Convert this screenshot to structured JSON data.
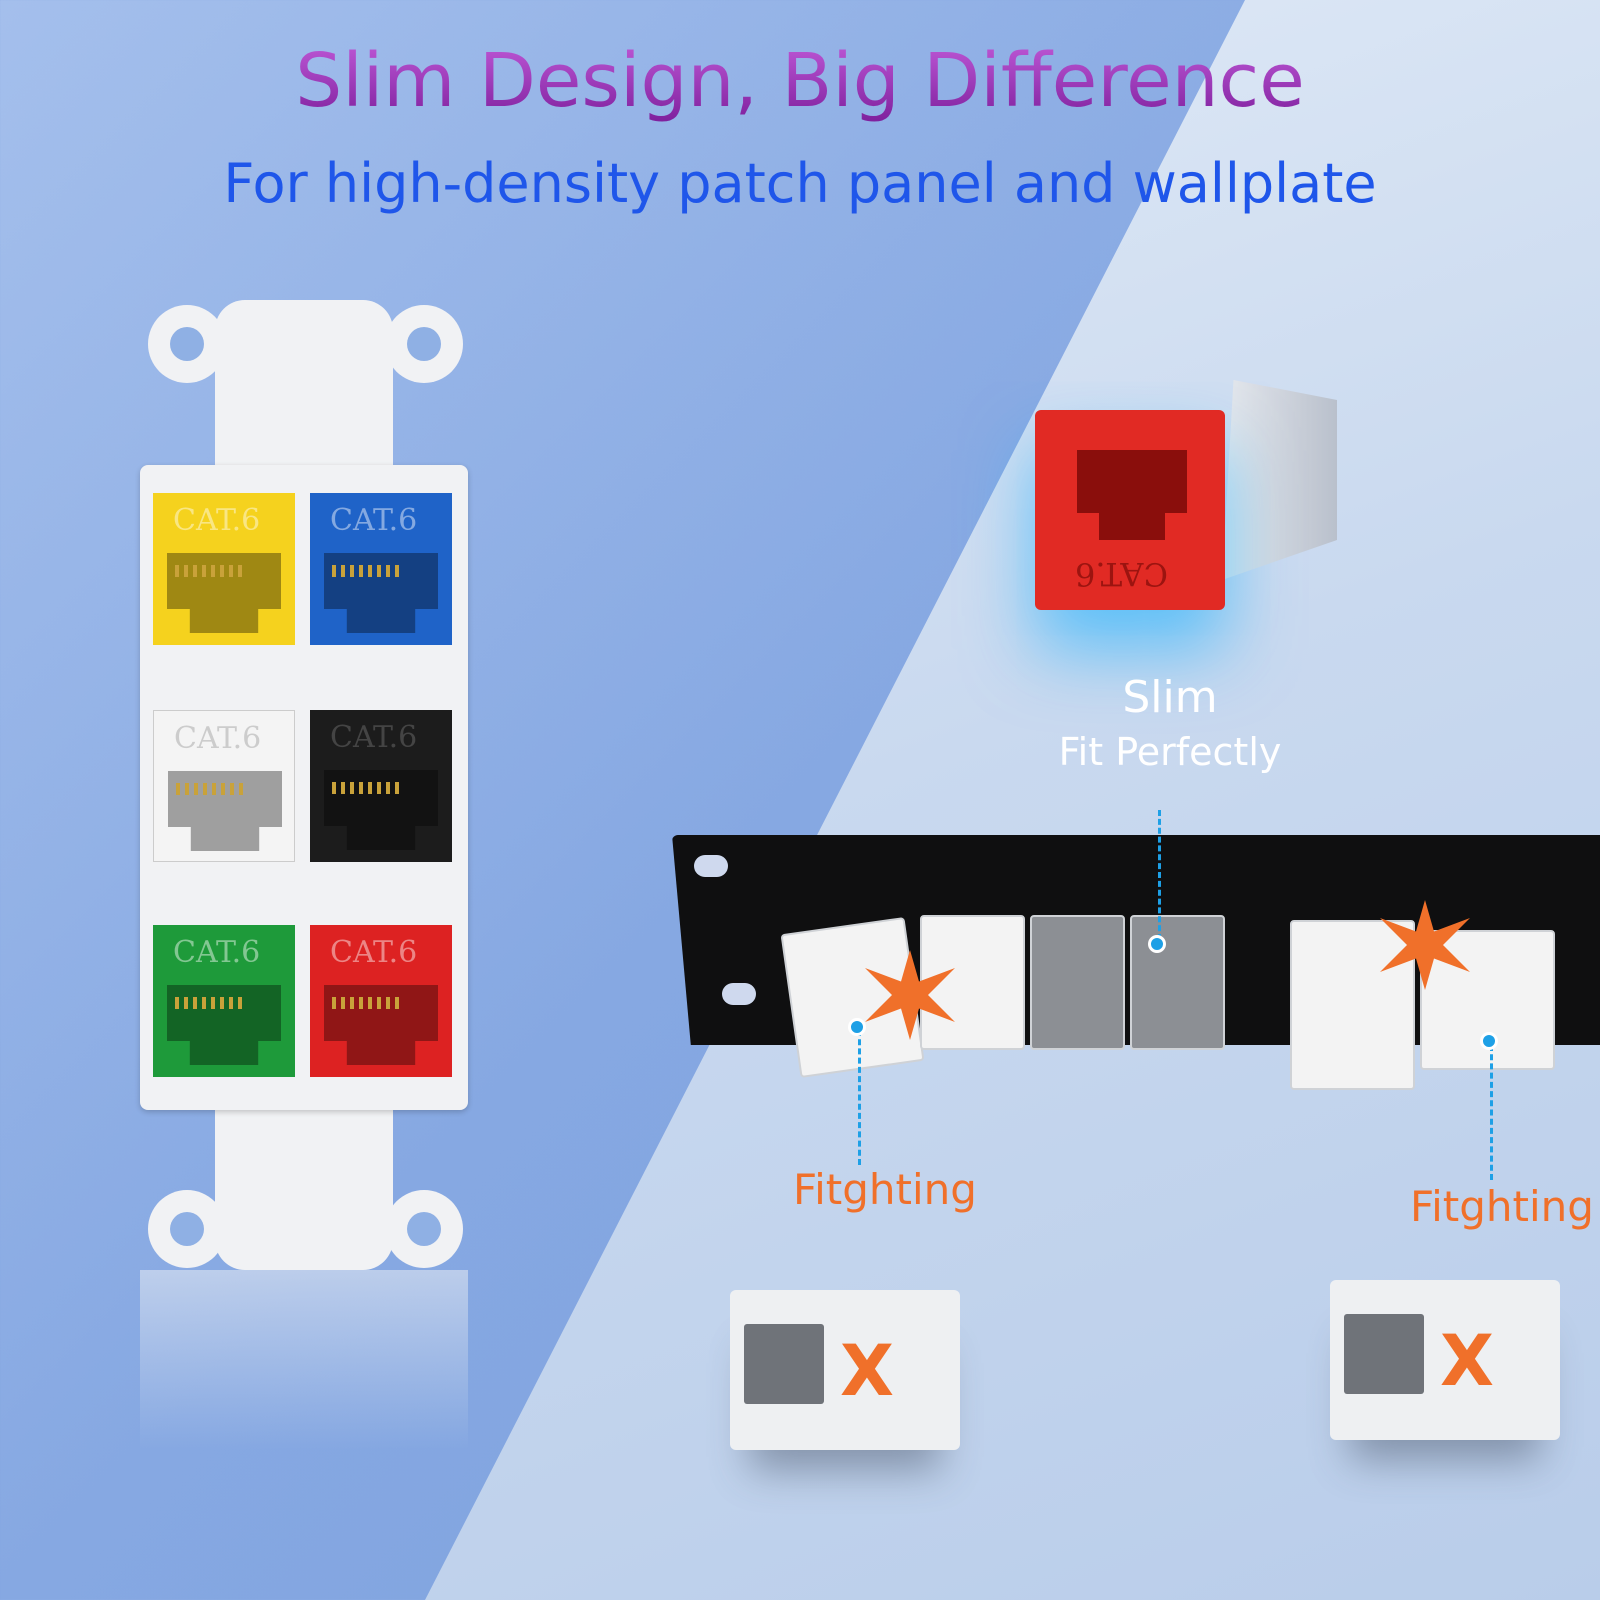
{
  "header": {
    "title": "Slim Design, Big Difference",
    "subtitle": "For high-density patch panel and wallplate"
  },
  "wallplate": {
    "jacks": [
      {
        "label": "CAT.6",
        "color": "#f5d21e"
      },
      {
        "label": "CAT.6",
        "color": "#1f63c8"
      },
      {
        "label": "CAT.6",
        "color": "#f4f4f4"
      },
      {
        "label": "CAT.6",
        "color": "#1c1c1c"
      },
      {
        "label": "CAT.6",
        "color": "#1e9a3a"
      },
      {
        "label": "CAT.6",
        "color": "#dd2222"
      }
    ]
  },
  "keystone": {
    "label": "CAT.6",
    "color": "#e12a24"
  },
  "slim": {
    "title": "Slim",
    "caption": "Fit Perfectly"
  },
  "comparison": {
    "left_label": "Fitghting",
    "right_label": "Fitghting",
    "mark": "X"
  },
  "colors": {
    "accent_blue": "#1ea0e6",
    "warning_orange": "#f0702a",
    "title_purple": "#a23fc6",
    "subtitle_blue": "#1f56ea"
  }
}
